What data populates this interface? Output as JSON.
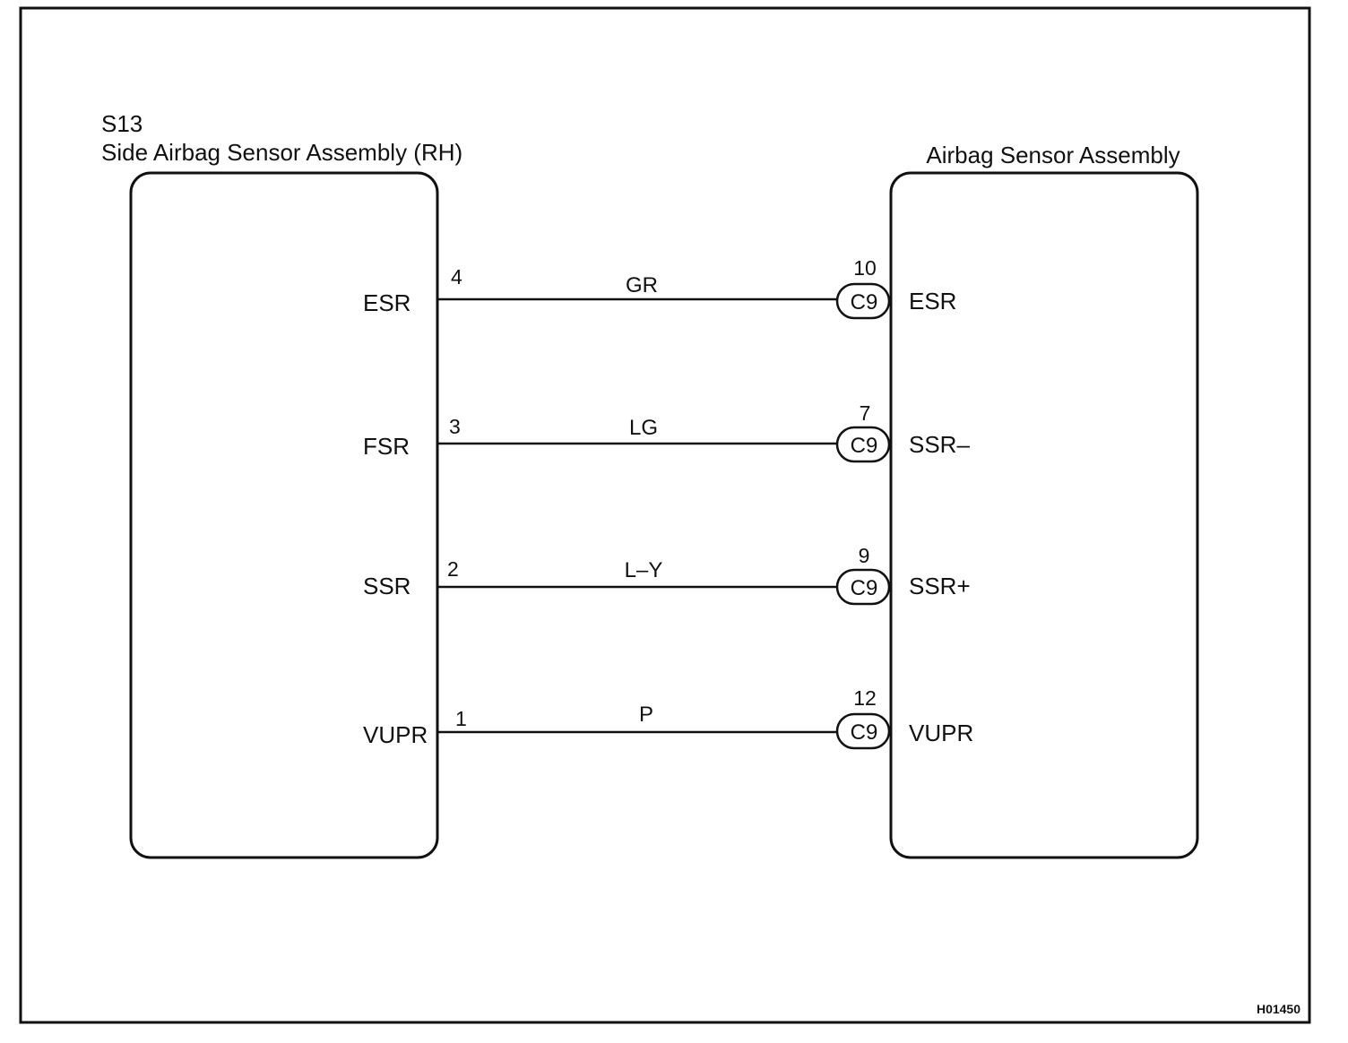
{
  "frame_code": "H01450",
  "left_component": {
    "code": "S13",
    "name": "Side Airbag Sensor Assembly (RH)"
  },
  "right_component": {
    "name": "Airbag Sensor Assembly"
  },
  "connections": [
    {
      "left_signal": "ESR",
      "left_pin": "4",
      "wire_color": "GR",
      "connector": "C9",
      "right_pin": "10",
      "right_signal": "ESR"
    },
    {
      "left_signal": "FSR",
      "left_pin": "3",
      "wire_color": "LG",
      "connector": "C9",
      "right_pin": "7",
      "right_signal": "SSR–"
    },
    {
      "left_signal": "SSR",
      "left_pin": "2",
      "wire_color": "L–Y",
      "connector": "C9",
      "right_pin": "9",
      "right_signal": "SSR+"
    },
    {
      "left_signal": "VUPR",
      "left_pin": "1",
      "wire_color": "P",
      "connector": "C9",
      "right_pin": "12",
      "right_signal": "VUPR"
    }
  ]
}
